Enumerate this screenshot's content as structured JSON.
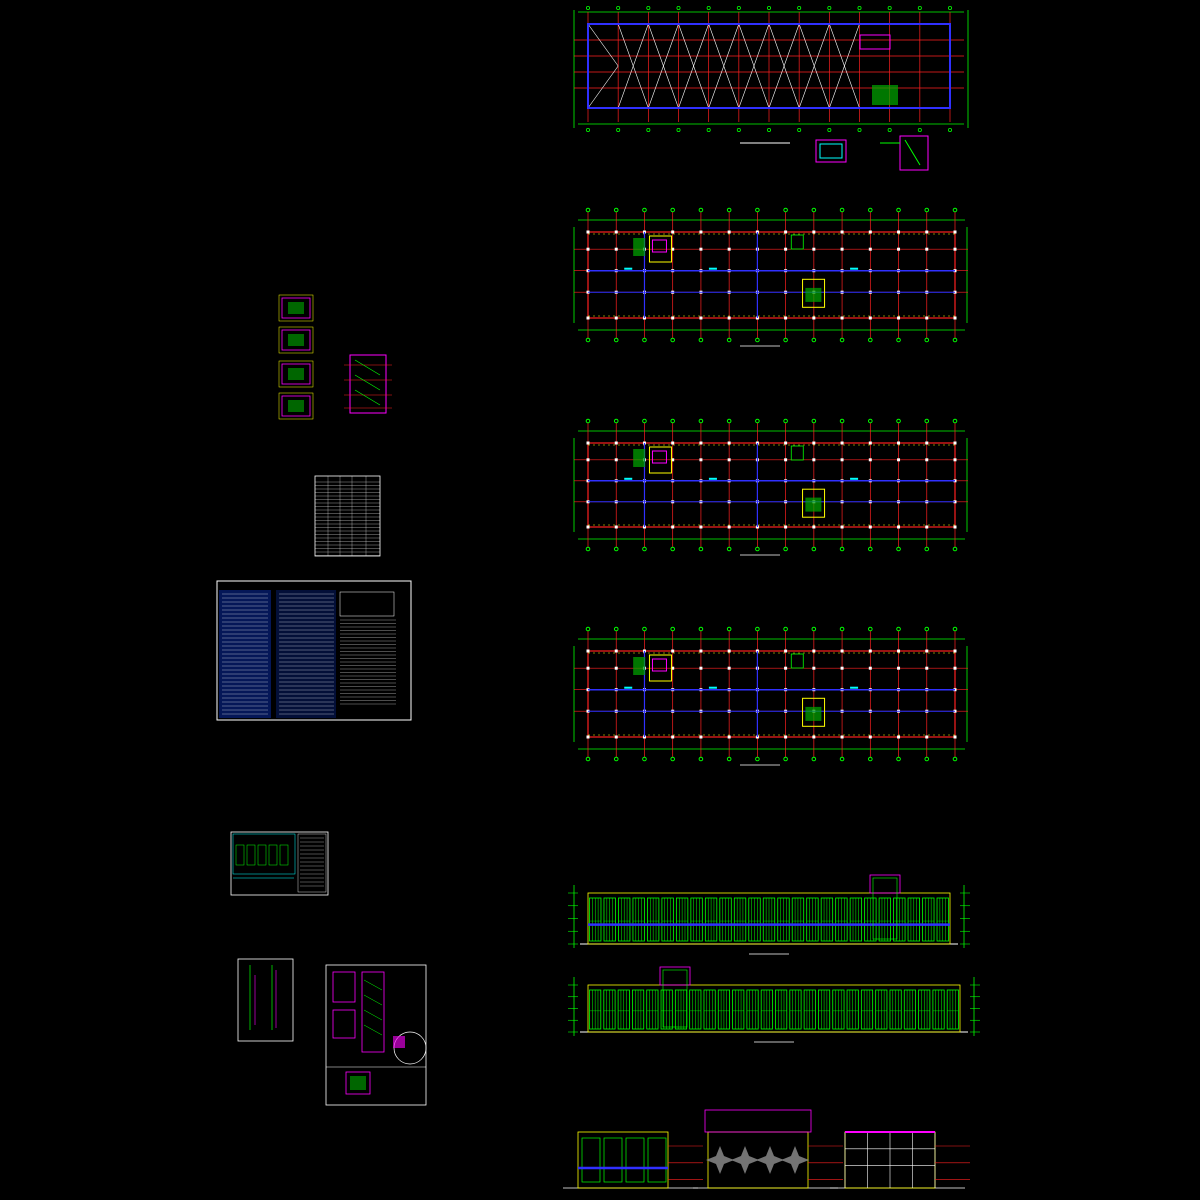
{
  "colors": {
    "background": "#000000",
    "grid_red": "#ff2020",
    "axis_green": "#00ff00",
    "wall_blue": "#3030ff",
    "magenta": "#ff00ff",
    "yellow": "#ffff00",
    "white": "#ffffff",
    "cyan": "#00ffff",
    "panel_blue": "#0000a0",
    "gray": "#909090"
  },
  "sheets": [
    {
      "id": "roof-plan",
      "kind": "roof bracing plan"
    },
    {
      "id": "floor-plan-1",
      "kind": "floor plan"
    },
    {
      "id": "floor-plan-2",
      "kind": "floor plan"
    },
    {
      "id": "floor-plan-3",
      "kind": "floor plan"
    },
    {
      "id": "elevation-front",
      "kind": "elevation"
    },
    {
      "id": "elevation-rear",
      "kind": "elevation"
    },
    {
      "id": "elevation-side-left",
      "kind": "side elevation"
    },
    {
      "id": "elevation-section",
      "kind": "section elevation"
    },
    {
      "id": "elevation-side-right",
      "kind": "side elevation"
    },
    {
      "id": "stair-details",
      "kind": "stair detail sheet"
    },
    {
      "id": "door-window-table",
      "kind": "schedule table"
    },
    {
      "id": "design-notes",
      "kind": "design notes sheet"
    },
    {
      "id": "cover-sheet",
      "kind": "cover sheet"
    },
    {
      "id": "wall-section",
      "kind": "wall section sheet"
    },
    {
      "id": "stair-section-sheet",
      "kind": "stair section sheet"
    }
  ]
}
